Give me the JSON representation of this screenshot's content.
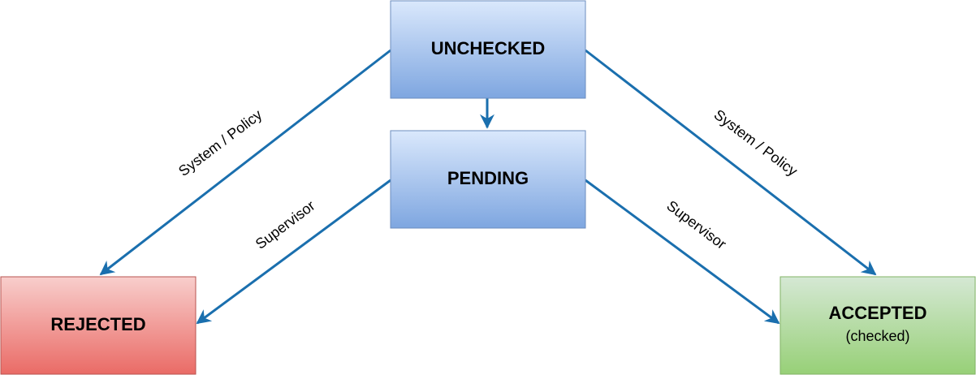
{
  "nodes": {
    "unchecked": {
      "title": "UNCHECKED"
    },
    "pending": {
      "title": "PENDING"
    },
    "rejected": {
      "title": "REJECTED"
    },
    "accepted": {
      "title": "ACCEPTED",
      "subtitle": "(checked)"
    }
  },
  "edges": {
    "unchecked_to_rejected": {
      "label": "System / Policy"
    },
    "unchecked_to_accepted": {
      "label": "System / Policy"
    },
    "unchecked_to_pending": {
      "label": ""
    },
    "pending_to_rejected": {
      "label": "Supervisor"
    },
    "pending_to_accepted": {
      "label": "Supervisor"
    }
  },
  "colors": {
    "edge": "#1a6fae",
    "blue_fill_top": "#dae8fc",
    "blue_fill_bottom": "#7ea6e0",
    "blue_stroke": "#6c8ebf",
    "red_fill_top": "#f8cecc",
    "red_fill_bottom": "#ea6b66",
    "red_stroke": "#b85450",
    "green_fill_top": "#d5e8d4",
    "green_fill_bottom": "#97d077",
    "green_stroke": "#82b366"
  }
}
